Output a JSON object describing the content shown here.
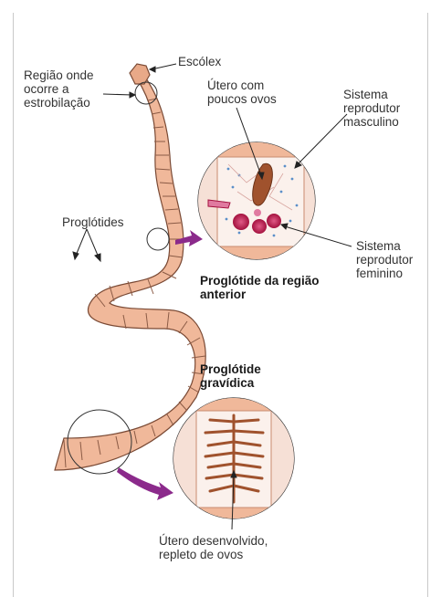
{
  "labels": {
    "escolex": "Escólex",
    "regiao_estrobilacao": "Região onde\nocorre a\nestrobilação",
    "utero_poucos_ovos": "Útero com\npoucos ovos",
    "sistema_masculino": "Sistema\nreprodutor\nmasculino",
    "proglotides": "Proglótides",
    "sistema_feminino": "Sistema\nreprodutor\nfeminino",
    "proglotide_anterior": "Proglótide da região\nanterior",
    "proglotide_gravidica": "Proglótide\ngravídica",
    "utero_desenvolvido": "Útero desenvolvido,\nrepleto de ovos"
  },
  "colors": {
    "body_fill": "#f0b89a",
    "body_stroke": "#7a4a35",
    "segment_line": "#8a5a45",
    "arrow_purple": "#8b2a8b",
    "uterus": "#a0522d",
    "ovary": "#c2185b",
    "background_tissue": "#f6e0d6"
  }
}
